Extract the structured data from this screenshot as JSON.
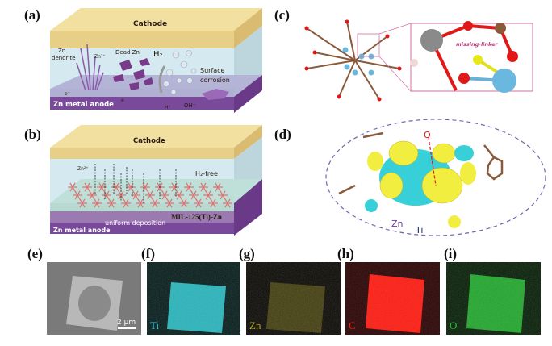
{
  "panel_labels": {
    "a": "(a)",
    "b": "(b)",
    "c": "(c)",
    "d": "(d)",
    "e": "(e)",
    "f": "(f)",
    "g": "(g)",
    "h": "(h)",
    "i": "(i)"
  },
  "panel_a": {
    "cathode": "Cathode",
    "zn_dendrite_1": "Zn",
    "zn_dendrite_2": "dendrite",
    "zn2": "Zn²⁺",
    "dead_zn": "Dead Zn",
    "h2": "H₂",
    "surface_1": "Surface",
    "surface_2": "corrosion",
    "electron": "e⁻",
    "electron2": "e",
    "h_plus": "H⁺",
    "oh": "OH⁻",
    "anode": "Zn metal anode"
  },
  "panel_b": {
    "cathode": "Cathode",
    "zn2": "Zn²⁺",
    "h2_free": "H₂-free",
    "mof": "MIL-125(Ti)-Zn",
    "uniform": "uniform deposition",
    "anode": "Zn metal anode"
  },
  "panel_c": {
    "missing_linker": "missing-linker"
  },
  "panel_d": {
    "o": "O",
    "zn": "Zn",
    "ti": "Ti"
  },
  "panel_e": {
    "scale_bar": "2 μm"
  },
  "maps": [
    {
      "element": "Ti",
      "color": "#2ad0d8"
    },
    {
      "element": "Zn",
      "color": "#b0a020"
    },
    {
      "element": "C",
      "color": "#ff1a10"
    },
    {
      "element": "O",
      "color": "#22c030"
    }
  ],
  "colors": {
    "cathode": "#e8d08a",
    "electrolyte": "#cfe6ee",
    "anode": "#7a4a9a",
    "mof": "#e07070"
  }
}
